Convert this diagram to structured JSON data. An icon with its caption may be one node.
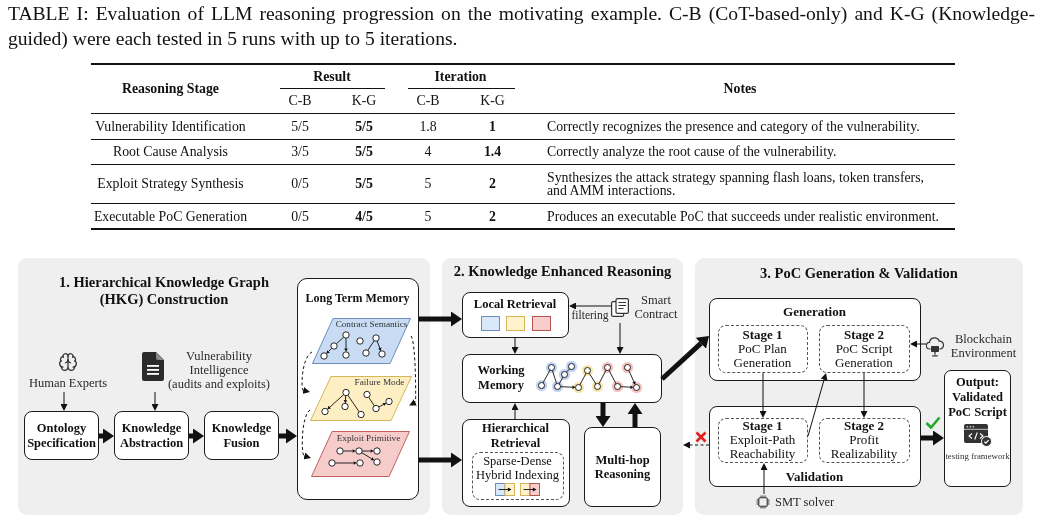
{
  "diagram": {
    "caption": "TABLE I: Evaluation of LLM reasoning progression on the motivating example. C-B (CoT-based-only) and K-G (Knowledge-guided) were each tested in 5 runs with up to 5 iterations.",
    "nodes": [
      {
        "text": [
          "1. Hierarchical Knowledge Graph (HKG) Construction"
        ]
      },
      {
        "text": [
          "Human Experts"
        ],
        "in": 0
      },
      {
        "text": [
          "Vulnerability Intelligence (audits and exploits)"
        ],
        "in": 0
      },
      {
        "text": [
          "Ontology Specification"
        ],
        "in": 0
      },
      {
        "text": [
          "Knowledge Abstraction"
        ],
        "in": 0
      },
      {
        "text": [
          "Knowledge Fusion"
        ],
        "in": 0
      },
      {
        "text": [
          "Long Term Memory"
        ],
        "in": 0
      },
      {
        "text": [
          "Contract Semantics"
        ],
        "in": 6
      },
      {
        "text": [
          "Failure Mode"
        ],
        "in": 6
      },
      {
        "text": [
          "Exploit Primitive"
        ],
        "in": 6
      },
      {
        "text": [
          "2. Knowledge Enhanced Reasoning"
        ]
      },
      {
        "text": [
          "Local Retrieval"
        ],
        "in": 10
      },
      {
        "text": [
          "Smart Contract"
        ],
        "in": 10
      },
      {
        "text": [
          "Working Memory"
        ],
        "in": 10
      },
      {
        "text": [
          "Hierarchical Retrieval"
        ],
        "in": 10
      },
      {
        "text": [
          "Sparse-Dense Hybrid Indexing"
        ],
        "in": 14
      },
      {
        "text": [
          "Multi-hop Reasoning"
        ],
        "in": 10
      },
      {
        "text": [
          "3. PoC Generation & Validation"
        ]
      },
      {
        "text": [
          "Generation"
        ],
        "in": 17
      },
      {
        "text": [
          "Stage 1",
          "PoC Plan Generation"
        ],
        "in": 18
      },
      {
        "text": [
          "Stage 2",
          "PoC Script Generation"
        ],
        "in": 18
      },
      {
        "text": [
          "Blockchain Environment"
        ],
        "in": 17
      },
      {
        "text": [
          "Validation"
        ],
        "in": 17
      },
      {
        "text": [
          "Stage 1",
          "Exploit-Path Reachability"
        ],
        "in": 22
      },
      {
        "text": [
          "Stage 2",
          "Profit Realizability"
        ],
        "in": 22
      },
      {
        "text": [
          "SMT solver"
        ],
        "in": 17
      },
      {
        "text": [
          "Output: Validated PoC Script",
          "testing framework"
        ],
        "in": 17
      }
    ],
    "edges": [
      {
        "from": 1,
        "to": 3,
        "arrow": "to"
      },
      {
        "from": 2,
        "to": 4,
        "arrow": "to"
      },
      {
        "from": 3,
        "to": 4,
        "arrow": "to",
        "style": "thick"
      },
      {
        "from": 4,
        "to": 5,
        "arrow": "to",
        "style": "thick"
      },
      {
        "from": 5,
        "to": 6,
        "arrow": "to",
        "style": "thick"
      },
      {
        "from": 6,
        "to": 11,
        "arrow": "to",
        "style": "thick"
      },
      {
        "from": 6,
        "to": 14,
        "arrow": "to",
        "style": "thick"
      },
      {
        "from": 12,
        "to": 11,
        "arrow": "to",
        "label": "filtering"
      },
      {
        "from": 12,
        "to": 13,
        "arrow": "to"
      },
      {
        "from": 11,
        "to": 13,
        "arrow": "to"
      },
      {
        "from": 14,
        "to": 13,
        "arrow": "to"
      },
      {
        "from": 13,
        "to": 16,
        "arrow": "to",
        "style": "thick"
      },
      {
        "from": 16,
        "to": 13,
        "arrow": "to",
        "style": "thick"
      },
      {
        "from": 13,
        "to": 18,
        "arrow": "to",
        "style": "thick"
      },
      {
        "from": 19,
        "to": 23,
        "arrow": "to"
      },
      {
        "from": 23,
        "to": 20,
        "arrow": "to"
      },
      {
        "from": 20,
        "to": 24,
        "arrow": "to"
      },
      {
        "from": 21,
        "to": 20,
        "arrow": "to"
      },
      {
        "from": 25,
        "to": 23,
        "arrow": "to"
      },
      {
        "from": 22,
        "to": 26,
        "arrow": "to",
        "style": "thick"
      },
      {
        "from": 22,
        "to": 10,
        "arrow": "to",
        "style": "dashed"
      },
      {
        "from": 7,
        "to": 8,
        "arrow": "to",
        "style": "dashed"
      },
      {
        "from": 7,
        "to": 8,
        "arrow": "to",
        "style": "dashed"
      },
      {
        "from": 8,
        "to": 9,
        "arrow": "to",
        "style": "dashed"
      }
    ],
    "labels": [
      "Reasoning Stage",
      "Result",
      "Iteration",
      "Notes",
      "C-B",
      "K-G",
      "C-B",
      "K-G",
      "Vulnerability Identification",
      "5/5",
      "5/5",
      "1.8",
      "1",
      "Correctly recognizes the presence and category of the vulnerability.",
      "Root Cause Analysis",
      "3/5",
      "5/5",
      "4",
      "1.4",
      "Correctly analyze the root cause of the vulnerability.",
      "Exploit Strategy Synthesis",
      "0/5",
      "5/5",
      "5",
      "2",
      "Synthesizes the attack strategy spanning flash loans, token transfers, and AMM interactions.",
      "Executable PoC Generation",
      "0/5",
      "4/5",
      "5",
      "2",
      "Produces an executable PoC that succeeds under realistic environment."
    ]
  }
}
